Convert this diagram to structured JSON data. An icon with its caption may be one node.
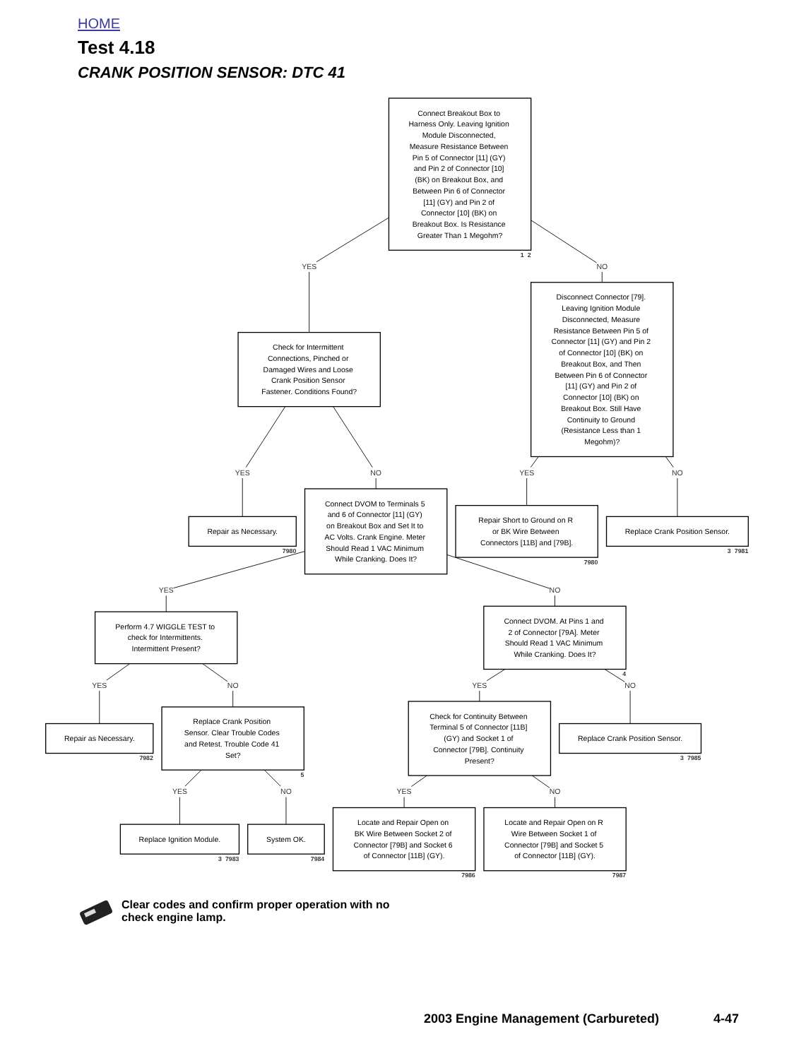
{
  "diagram": {
    "title": "Test 4.18",
    "nodes": [
      {
        "text": [
          "Connect Breakout Box to Harness Only. Leaving Ignition Module Disconnected, Measure Resistance Between Pin 5 of Connector [11] (GY) and Pin 2 of Connector [10] (BK) on Breakout Box, and Between Pin 6 of Connector [11] (GY) and Pin 2 of Connector [10] (BK) on Breakout Box. Is Resistance Greater Than 1 Megohm?"
        ],
        "beside": [
          "1",
          "2"
        ]
      },
      {
        "text": [
          "Check for Intermittent Connections, Pinched or Damaged Wires and Loose Crank Position Sensor Fastener. Conditions Found?"
        ]
      },
      {
        "text": [
          "Disconnect Connector [79]. Leaving Ignition Module Disconnected, Measure Resistance Between Pin 5 of Connector [11] (GY) and Pin 2 of Connector [10] (BK) on Breakout Box, and Then Between Pin 6 of Connector [11] (GY) and Pin 2 of Connector [10] (BK) on Breakout Box. Still Have Continuity to Ground (Resistance Less than 1 Megohm)?"
        ]
      },
      {
        "text": [
          "Repair as Necessary."
        ],
        "beside": [
          "7980"
        ]
      },
      {
        "text": [
          "Connect DVOM to Terminals 5 and 6 of Connector [11] (GY) on Breakout Box and Set It to AC Volts. Crank Engine. Meter Should Read 1 VAC Minimum While Cranking. Does It?"
        ]
      },
      {
        "text": [
          "Repair Short to Ground on R or BK Wire Between Connectors [11B] and [79B]."
        ],
        "beside": [
          "7980"
        ]
      },
      {
        "text": [
          "Replace Crank Position Sensor."
        ],
        "beside": [
          "3",
          "7981"
        ]
      },
      {
        "text": [
          "Perform 4.7 WIGGLE TEST to check for Intermittents. Intermittent Present?"
        ]
      },
      {
        "text": [
          "Connect DVOM. At Pins 1 and 2 of Connector [79A]. Meter Should Read 1 VAC Minimum While Cranking. Does It?"
        ],
        "beside": [
          "4"
        ]
      },
      {
        "text": [
          "Repair as Necessary."
        ],
        "beside": [
          "7982"
        ]
      },
      {
        "text": [
          "Replace Crank Position Sensor. Clear Trouble Codes and Retest. Trouble Code 41 Set?"
        ],
        "beside": [
          "5"
        ]
      },
      {
        "text": [
          "Check for Continuity Between Terminal 5 of Connector [11B] (GY) and Socket 1 of Connector [79B]. Continuity Present?"
        ]
      },
      {
        "text": [
          "Replace Crank Position Sensor."
        ],
        "beside": [
          "3",
          "7985"
        ]
      },
      {
        "text": [
          "Replace Ignition Module."
        ],
        "beside": [
          "3",
          "7983"
        ]
      },
      {
        "text": [
          "System OK."
        ],
        "beside": [
          "7984"
        ]
      },
      {
        "text": [
          "Locate and Repair Open on BK Wire Between Socket 2 of Connector [79B] and Socket 6 of Connector [11B] (GY)."
        ],
        "beside": [
          "7986"
        ]
      },
      {
        "text": [
          "Locate and Repair Open on R Wire Between Socket 1 of Connector [79B] and Socket 5 of Connector [11B] (GY)."
        ],
        "beside": [
          "7987"
        ]
      }
    ],
    "edges": [
      {
        "from": 0,
        "to": 1,
        "arrow": "none",
        "label": "YES"
      },
      {
        "from": 0,
        "to": 2,
        "arrow": "none",
        "label": "NO"
      },
      {
        "from": 1,
        "to": 3,
        "arrow": "none",
        "label": "YES"
      },
      {
        "from": 1,
        "to": 4,
        "arrow": "none",
        "label": "NO"
      },
      {
        "from": 2,
        "to": 5,
        "arrow": "none",
        "label": "YES"
      },
      {
        "from": 2,
        "to": 6,
        "arrow": "none",
        "label": "NO"
      },
      {
        "from": 4,
        "to": 7,
        "arrow": "none",
        "label": "YES"
      },
      {
        "from": 4,
        "to": 8,
        "arrow": "none",
        "label": "NO"
      },
      {
        "from": 7,
        "to": 9,
        "arrow": "none",
        "label": "YES"
      },
      {
        "from": 7,
        "to": 10,
        "arrow": "none",
        "label": "NO"
      },
      {
        "from": 8,
        "to": 11,
        "arrow": "none",
        "label": "YES"
      },
      {
        "from": 8,
        "to": 12,
        "arrow": "none",
        "label": "NO"
      },
      {
        "from": 10,
        "to": 13,
        "arrow": "none",
        "label": "YES"
      },
      {
        "from": 10,
        "to": 14,
        "arrow": "none",
        "label": "NO"
      },
      {
        "from": 11,
        "to": 15,
        "arrow": "none",
        "label": "YES"
      },
      {
        "from": 11,
        "to": 16,
        "arrow": "none",
        "label": "NO"
      }
    ],
    "labels": [
      "HOME",
      "CRANK POSITION SENSOR: DTC 41",
      "Clear codes and confirm proper operation with no check engine lamp.",
      "2003 Engine Management (Carbureted)",
      "4-47"
    ]
  }
}
